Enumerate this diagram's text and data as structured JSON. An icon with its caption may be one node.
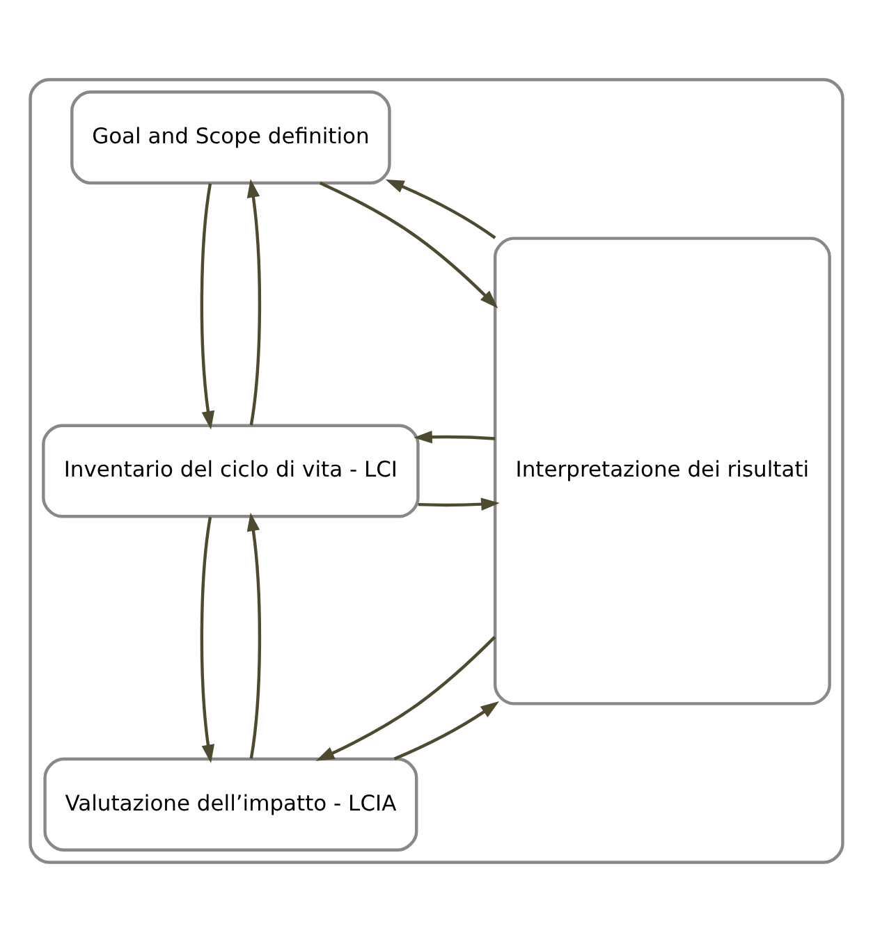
{
  "diagram": {
    "nodes": [
      {
        "text": [],
        "shape": "box"
      },
      {
        "text": [
          "Goal and Scope definition"
        ],
        "in": 0
      },
      {
        "text": [
          "Inventario del ciclo di vita - LCI"
        ],
        "in": 0
      },
      {
        "text": [
          "Valutazione dell’impatto - LCIA"
        ],
        "in": 0
      },
      {
        "text": [
          "Interpretazione dei risultati"
        ],
        "in": 0
      }
    ],
    "edges": [
      {
        "from": 1,
        "to": 4,
        "arrow": "to"
      },
      {
        "from": 4,
        "to": 1,
        "arrow": "to"
      },
      {
        "from": 1,
        "to": 2,
        "arrow": "to"
      },
      {
        "from": 2,
        "to": 1,
        "arrow": "to"
      },
      {
        "from": 2,
        "to": 4,
        "arrow": "to"
      },
      {
        "from": 4,
        "to": 2,
        "arrow": "to"
      },
      {
        "from": 2,
        "to": 3,
        "arrow": "to"
      },
      {
        "from": 3,
        "to": 2,
        "arrow": "to"
      },
      {
        "from": 3,
        "to": 4,
        "arrow": "to"
      },
      {
        "from": 4,
        "to": 3,
        "arrow": "to"
      }
    ]
  }
}
